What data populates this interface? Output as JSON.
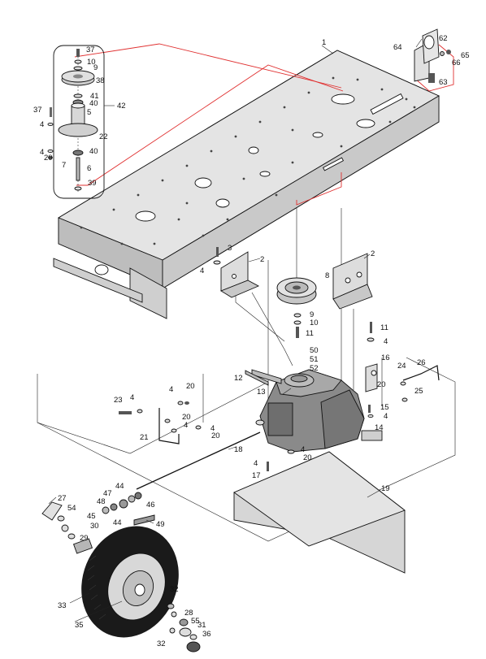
{
  "callouts": [
    {
      "id": "c1",
      "text": "1"
    },
    {
      "id": "c2a",
      "text": "2"
    },
    {
      "id": "c2b",
      "text": "2"
    },
    {
      "id": "c3",
      "text": "3"
    },
    {
      "id": "c4a",
      "text": "4"
    },
    {
      "id": "c4b",
      "text": "4"
    },
    {
      "id": "c4c",
      "text": "4"
    },
    {
      "id": "c4d",
      "text": "4"
    },
    {
      "id": "c4e",
      "text": "4"
    },
    {
      "id": "c4f",
      "text": "4"
    },
    {
      "id": "c4g",
      "text": "4"
    },
    {
      "id": "c4h",
      "text": "4"
    },
    {
      "id": "c4i",
      "text": "4"
    },
    {
      "id": "c4j",
      "text": "4"
    },
    {
      "id": "c4k",
      "text": "4"
    },
    {
      "id": "c5",
      "text": "5"
    },
    {
      "id": "c6",
      "text": "6"
    },
    {
      "id": "c7",
      "text": "7"
    },
    {
      "id": "c8",
      "text": "8"
    },
    {
      "id": "c9a",
      "text": "9"
    },
    {
      "id": "c9b",
      "text": "9"
    },
    {
      "id": "c10a",
      "text": "10"
    },
    {
      "id": "c10b",
      "text": "10"
    },
    {
      "id": "c11a",
      "text": "11"
    },
    {
      "id": "c11b",
      "text": "11"
    },
    {
      "id": "c12",
      "text": "12"
    },
    {
      "id": "c13",
      "text": "13"
    },
    {
      "id": "c14",
      "text": "14"
    },
    {
      "id": "c15",
      "text": "15"
    },
    {
      "id": "c16",
      "text": "16"
    },
    {
      "id": "c17",
      "text": "17"
    },
    {
      "id": "c18",
      "text": "18"
    },
    {
      "id": "c19",
      "text": "19"
    },
    {
      "id": "c20a",
      "text": "20"
    },
    {
      "id": "c20b",
      "text": "20"
    },
    {
      "id": "c20c",
      "text": "20"
    },
    {
      "id": "c20d",
      "text": "20"
    },
    {
      "id": "c20e",
      "text": "20"
    },
    {
      "id": "c20f",
      "text": "20"
    },
    {
      "id": "c21",
      "text": "21"
    },
    {
      "id": "c22",
      "text": "22"
    },
    {
      "id": "c23",
      "text": "23"
    },
    {
      "id": "c24",
      "text": "24"
    },
    {
      "id": "c25",
      "text": "25"
    },
    {
      "id": "c26",
      "text": "26"
    },
    {
      "id": "c27",
      "text": "27"
    },
    {
      "id": "c28",
      "text": "28"
    },
    {
      "id": "c29",
      "text": "29"
    },
    {
      "id": "c30",
      "text": "30"
    },
    {
      "id": "c31",
      "text": "31"
    },
    {
      "id": "c32a",
      "text": "32"
    },
    {
      "id": "c32b",
      "text": "32"
    },
    {
      "id": "c33",
      "text": "33"
    },
    {
      "id": "c35",
      "text": "35"
    },
    {
      "id": "c36",
      "text": "36"
    },
    {
      "id": "c37a",
      "text": "37"
    },
    {
      "id": "c37b",
      "text": "37"
    },
    {
      "id": "c38",
      "text": "38"
    },
    {
      "id": "c39",
      "text": "39"
    },
    {
      "id": "c40a",
      "text": "40"
    },
    {
      "id": "c40b",
      "text": "40"
    },
    {
      "id": "c41",
      "text": "41"
    },
    {
      "id": "c42",
      "text": "42"
    },
    {
      "id": "c44a",
      "text": "44"
    },
    {
      "id": "c44b",
      "text": "44"
    },
    {
      "id": "c45",
      "text": "45"
    },
    {
      "id": "c46",
      "text": "46"
    },
    {
      "id": "c47",
      "text": "47"
    },
    {
      "id": "c48",
      "text": "48"
    },
    {
      "id": "c49",
      "text": "49"
    },
    {
      "id": "c50",
      "text": "50"
    },
    {
      "id": "c51",
      "text": "51"
    },
    {
      "id": "c52",
      "text": "52"
    },
    {
      "id": "c54",
      "text": "54"
    },
    {
      "id": "c55",
      "text": "55"
    },
    {
      "id": "c62",
      "text": "62"
    },
    {
      "id": "c63",
      "text": "63"
    },
    {
      "id": "c64",
      "text": "64"
    },
    {
      "id": "c65",
      "text": "65"
    },
    {
      "id": "c66",
      "text": "66"
    }
  ],
  "colors": {
    "line": "#111111",
    "frame_fill": "#d9d9d9",
    "frame_top": "#e6e6e6",
    "transaxle": "#8a8a8a",
    "tire": "#1a1a1a",
    "guide_red": "#e03030"
  }
}
